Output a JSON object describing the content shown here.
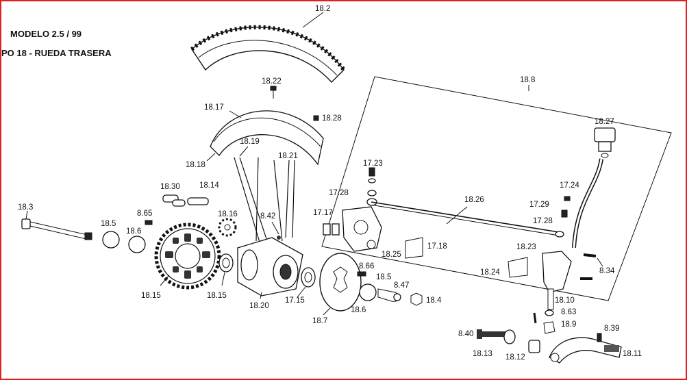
{
  "header": {
    "model": "MODELO 2.5 / 99",
    "group": "PO 18  - RUEDA TRASERA"
  },
  "callouts": {
    "c18_2": "18.2",
    "c18_22": "18.22",
    "c18_17": "18.17",
    "c18_28": "18.28",
    "c18_8": "18.8",
    "c18_27": "18.27",
    "c18_19": "18.19",
    "c18_21": "18.21",
    "c18_18": "18.18",
    "c17_23": "17.23",
    "c17_28a": "17.28",
    "c18_26": "18.26",
    "c17_24": "17.24",
    "c17_29": "17.29",
    "c17_28b": "17.28",
    "c18_30": "18.30",
    "c18_14": "18.14",
    "c18_3": "18.3",
    "c8_65": "8.65",
    "c18_5a": "18.5",
    "c18_6a": "18.6",
    "c18_16": "18.16",
    "c8_42": "8.42",
    "c17_17": "17.17",
    "c18_25": "18.25",
    "c17_18": "17.18",
    "c18_23": "18.23",
    "c18_24": "18.24",
    "c8_34": "8.34",
    "c8_66": "8.66",
    "c18_5b": "18.5",
    "c8_47": "8.47",
    "c18_15a": "18.15",
    "c18_15b": "18.15",
    "c18_20": "18.20",
    "c17_15": "17.15",
    "c18_6b": "18.6",
    "c18_4": "18.4",
    "c18_7": "18.7",
    "c18_10": "18.10",
    "c8_63": "8.63",
    "c18_9": "18.9",
    "c8_39": "8.39",
    "c8_40": "8.40",
    "c18_13": "18.13",
    "c18_12": "18.12",
    "c18_11": "18.11"
  }
}
